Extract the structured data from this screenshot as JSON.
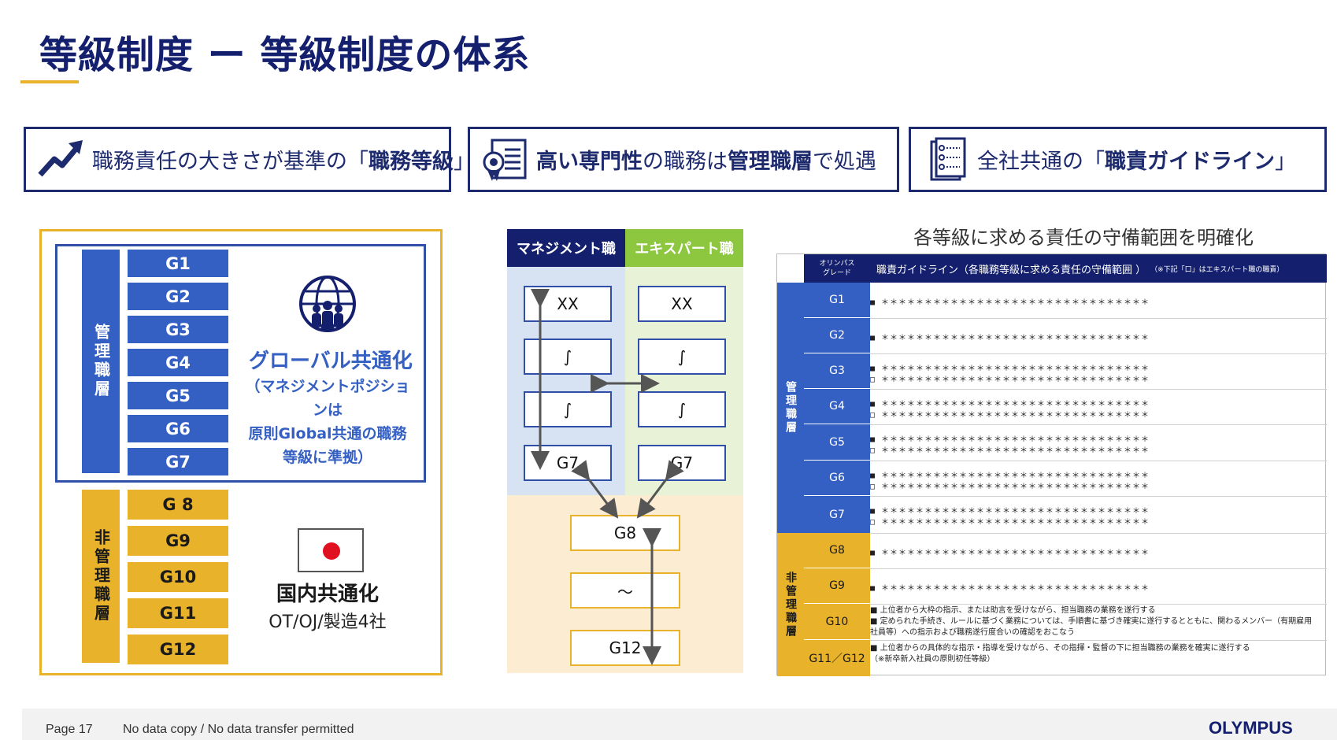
{
  "title": "等級制度 ー 等級制度の体系",
  "colors": {
    "navy": "#14206e",
    "blue": "#3560c3",
    "gold": "#e8b22a",
    "green": "#8dc63f"
  },
  "header_boxes": [
    {
      "icon": "trend-up-arrow-icon",
      "pre": "職務責任の大きさが基準の「",
      "bold": "職務等級",
      "post": "」"
    },
    {
      "icon": "certificate-icon",
      "bold1": "高い専門性",
      "mid": "の職務は",
      "bold2": "管理職層",
      "post": "で処遇"
    },
    {
      "icon": "checklist-icon",
      "pre": "全社共通の「",
      "bold": "職責ガイドライン",
      "post": "」"
    }
  ],
  "left_panel": {
    "mgmt_label": "管理職層",
    "non_mgmt_label": "非管理職層",
    "mgmt_grades": [
      "G1",
      "G2",
      "G3",
      "G4",
      "G5",
      "G6",
      "G7"
    ],
    "non_mgmt_grades": [
      "G 8",
      "G9",
      "G10",
      "G11",
      "G12"
    ],
    "globe_icon": "globe-people-icon",
    "globe_title": "グローバル共通化",
    "globe_note": [
      "（マネジメントポジションは",
      "原則Global共通の職務",
      "等級に準拠）"
    ],
    "flag_icon": "japan-flag-icon",
    "domestic_title": "国内共通化",
    "domestic_note": "OT/OJ/製造4社"
  },
  "middle": {
    "header_mgmt": "マネジメント職",
    "header_expert": "エキスパート職",
    "mgmt_boxes": [
      "XX",
      "∫",
      "∫",
      "G7"
    ],
    "expert_boxes": [
      "XX",
      "∫",
      "∫",
      "G7"
    ],
    "non_mgmt_boxes": [
      "G8",
      "～",
      "G12"
    ]
  },
  "right_table": {
    "caption": "各等級に求める責任の守備範囲を明確化",
    "header_grade": [
      "オリンパス",
      "グレード"
    ],
    "header_guideline": "職責ガイドライン（各職務等級に求める責任の守備範囲 ）",
    "header_note": "（※下記「口」はエキスパート職の職責）",
    "mgmt_label": "管理職層",
    "non_mgmt_label": "非管理職層",
    "dots": "■ ＊＊＊＊＊＊＊＊＊＊＊＊＊＊＊＊＊＊＊＊＊＊＊＊＊＊＊＊＊＊＊",
    "dots_expert": "□ ＊＊＊＊＊＊＊＊＊＊＊＊＊＊＊＊＊＊＊＊＊＊＊＊＊＊＊＊＊＊＊",
    "rows": [
      {
        "grade": "G1",
        "expert": false
      },
      {
        "grade": "G2",
        "expert": false
      },
      {
        "grade": "G3",
        "expert": true
      },
      {
        "grade": "G4",
        "expert": true
      },
      {
        "grade": "G5",
        "expert": true
      },
      {
        "grade": "G6",
        "expert": true
      },
      {
        "grade": "G7",
        "expert": true
      },
      {
        "grade": "G8",
        "expert": false
      },
      {
        "grade": "G9",
        "expert": false
      },
      {
        "grade": "G10",
        "expert": false
      },
      {
        "grade": "G11／G12",
        "expert": false
      }
    ],
    "g10_text": [
      "■ 上位者から大枠の指示、または助言を受けながら、担当職務の業務を遂行する",
      "■ 定められた手続き、ルールに基づく業務については、手順書に基づき確実に遂行するとともに、関わるメンバー（有期雇用",
      "    社員等）への指示および職務遂行度合いの確認をおこなう"
    ],
    "g11_text": [
      "■ 上位者からの具体的な指示・指導を受けながら、その指揮・監督の下に担当職務の業務を確実に遂行する",
      "    （※新卒新入社員の原則初任等級）"
    ]
  },
  "footer": {
    "page": "Page 17",
    "note": "No data copy / No data transfer permitted",
    "logo": "OLYMPUS"
  }
}
